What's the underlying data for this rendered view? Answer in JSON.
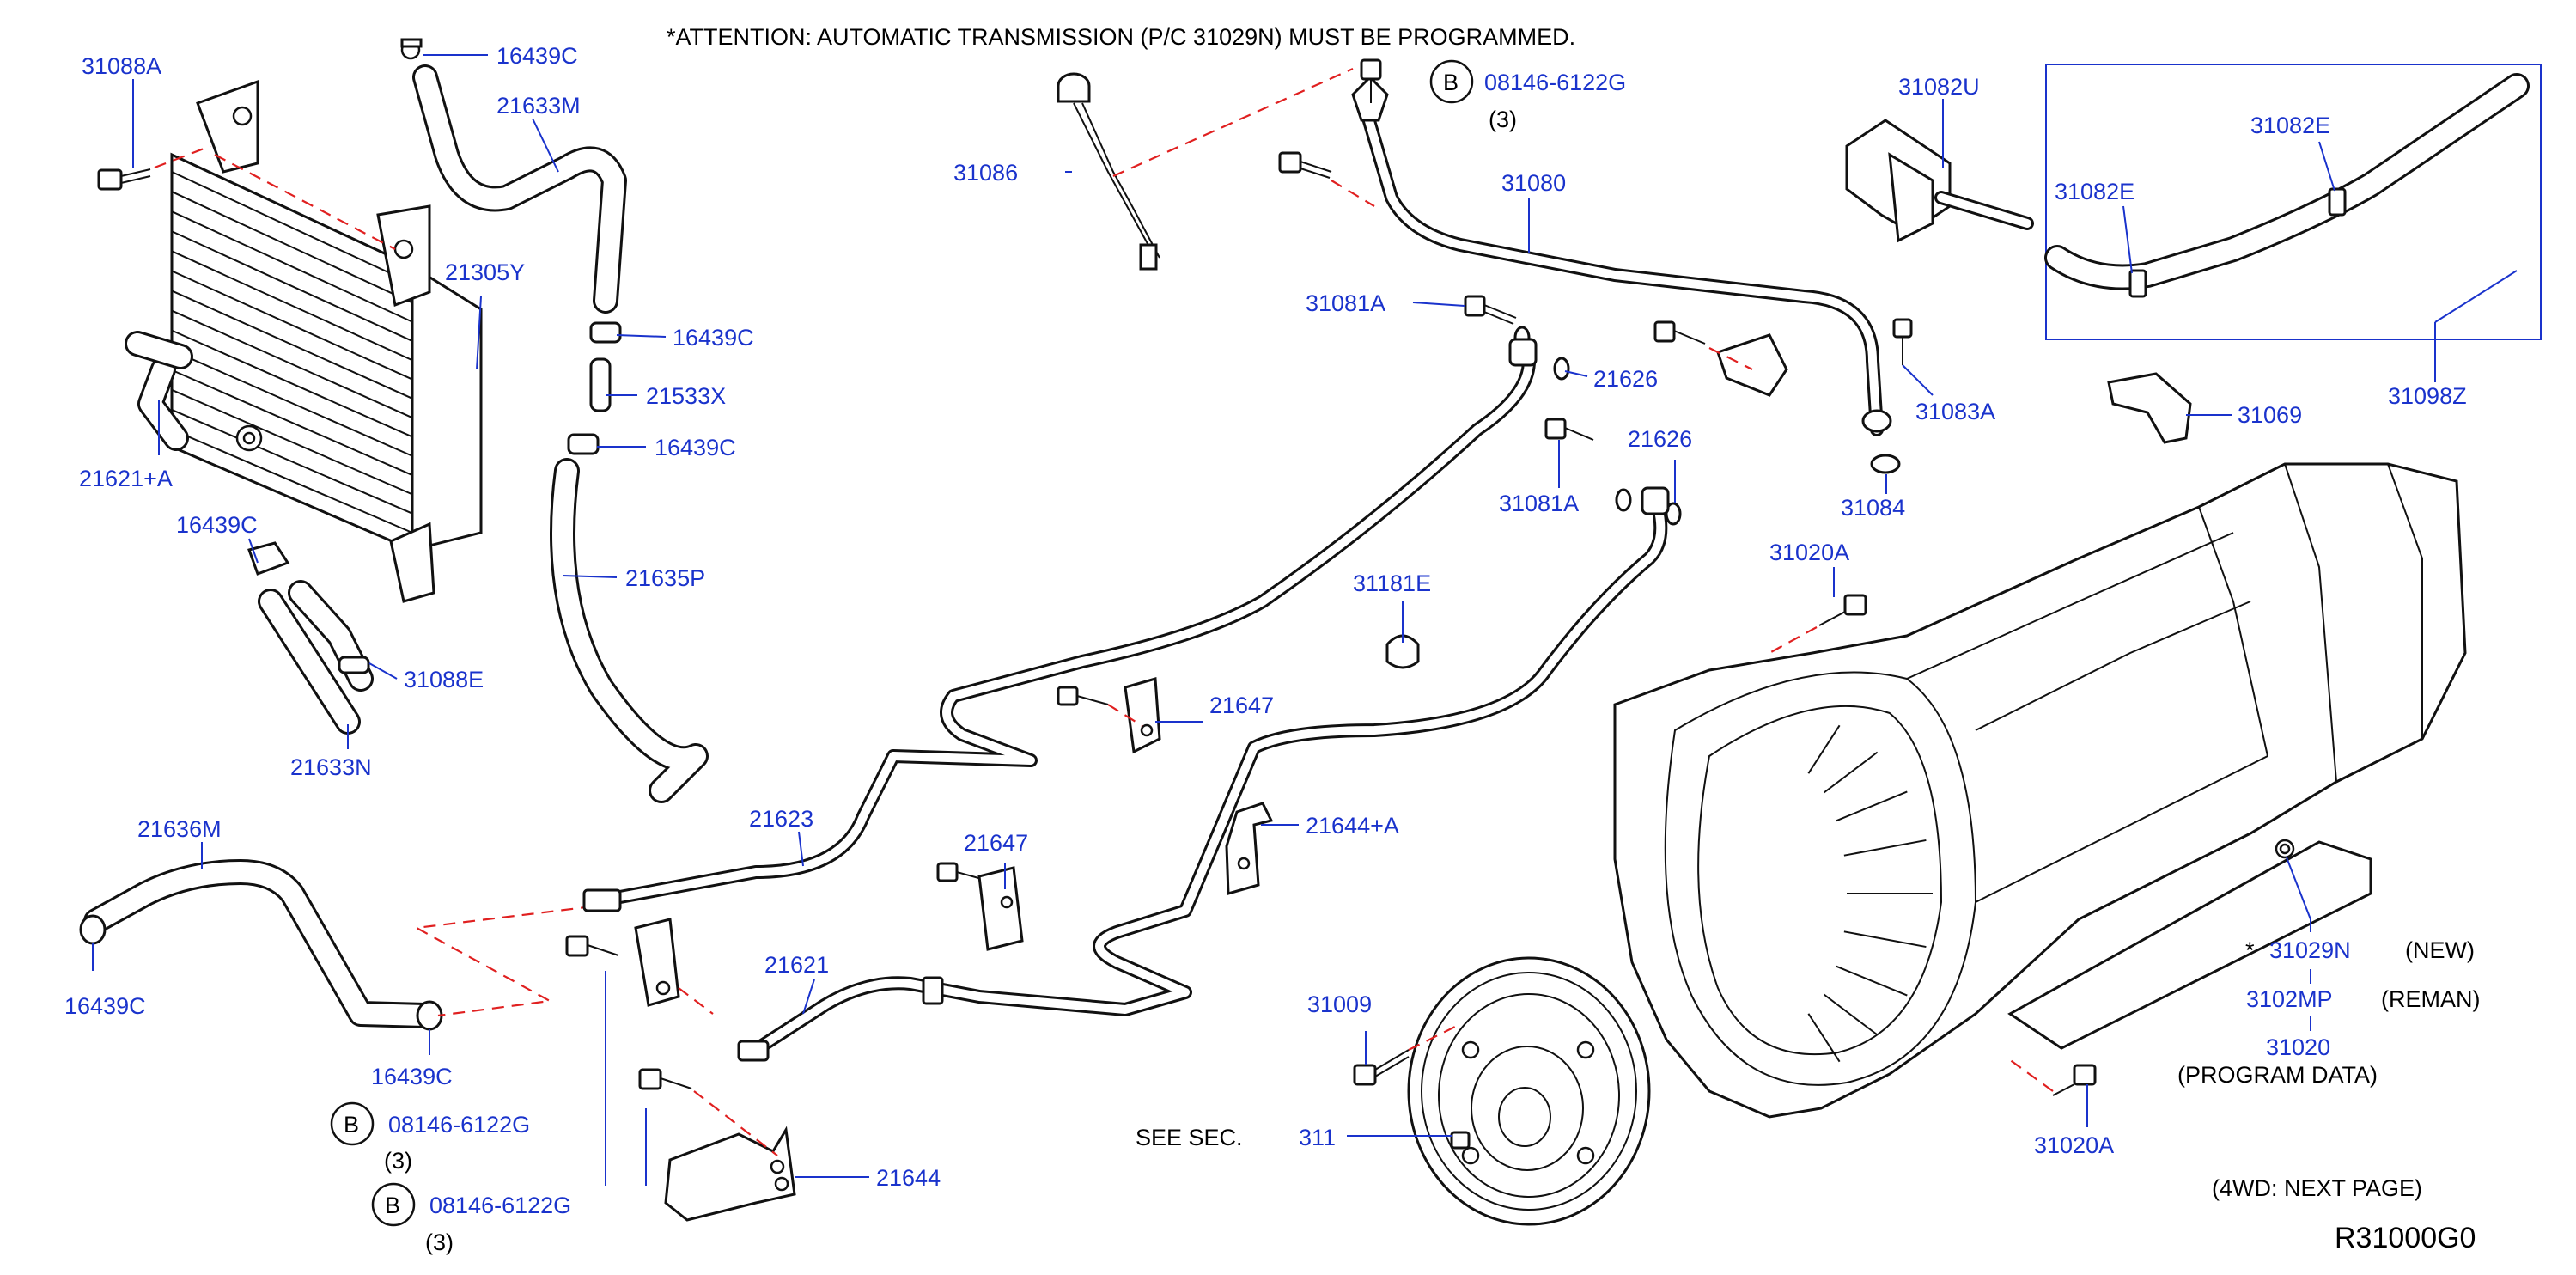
{
  "attention": "*ATTENTION:  AUTOMATIC  TRANSMISSION  (P/C  31029N)  MUST  BE  PROGRAMMED.",
  "callouts": {
    "p31088A": "31088A",
    "p16439C_top": "16439C",
    "p21633M": "21633M",
    "p21305Y": "21305Y",
    "p16439C_a": "16439C",
    "p21533X": "21533X",
    "p16439C_b": "16439C",
    "p21621A": "21621+A",
    "p16439C_left": "16439C",
    "p21635P": "21635P",
    "p31088E": "31088E",
    "p21633N": "21633N",
    "p21636M": "21636M",
    "p16439C_bl": "16439C",
    "p16439C_bm": "16439C",
    "p08146_top": "08146-6122G",
    "q_top": "(3)",
    "p08146_mid": "08146-6122G",
    "q_mid": "(3)",
    "p08146_bot": "08146-6122G",
    "q_bot": "(3)",
    "p31086": "31086",
    "p31080": "31080",
    "p31081A_top": "31081A",
    "p21626_a": "21626",
    "p21626_b": "21626",
    "p31081A_mid": "31081A",
    "p31083A": "31083A",
    "p31084": "31084",
    "p31181E": "31181E",
    "p21647_a": "21647",
    "p21647_b": "21647",
    "p21623": "21623",
    "p21644A": "21644+A",
    "p21621": "21621",
    "p21644": "21644",
    "p31082U": "31082U",
    "p31082E_a": "31082E",
    "p31082E_b": "31082E",
    "p31098Z": "31098Z",
    "p31069": "31069",
    "p31020A_top": "31020A",
    "p31020A_bot": "31020A",
    "p31029N": "31029N",
    "p3102MP": "3102MP",
    "p31020": "31020",
    "p31009": "31009",
    "p311": "311"
  },
  "notes": {
    "star": "*",
    "new": "(NEW)",
    "reman": "(REMAN)",
    "program": "(PROGRAM   DATA)",
    "see_sec": "SEE   SEC.",
    "next_page": "(4WD:   NEXT   PAGE)",
    "ref": "R31000G0",
    "b": "B"
  }
}
